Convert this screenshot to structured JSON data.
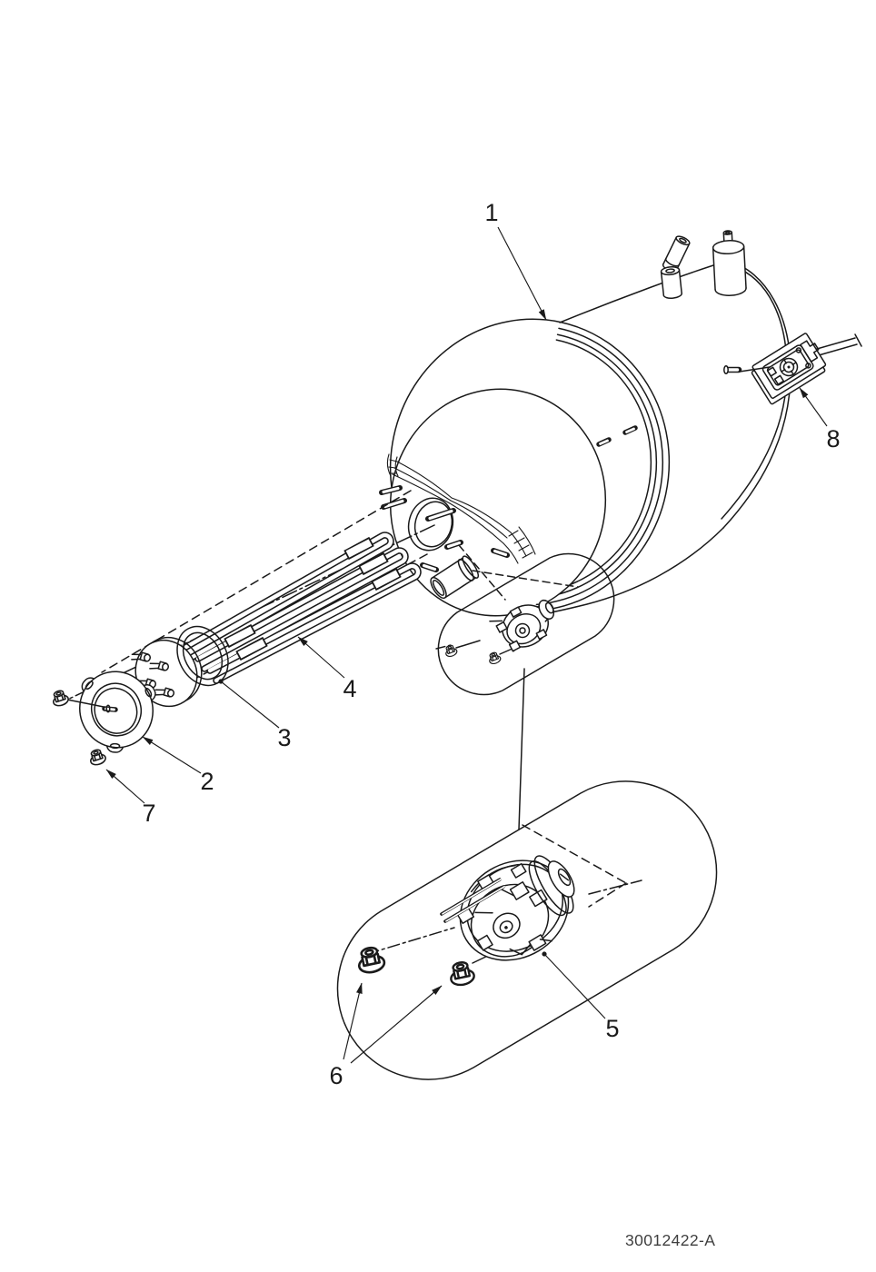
{
  "diagram": {
    "background_color": "#ffffff",
    "line_color": "#1a1a1a",
    "document_number": "30012422-A",
    "callouts": [
      {
        "label": "1",
        "target": "tank-shell"
      },
      {
        "label": "2",
        "target": "mounting-plate"
      },
      {
        "label": "3",
        "target": "gasket-ring"
      },
      {
        "label": "4",
        "target": "heating-element-tubes"
      },
      {
        "label": "5",
        "target": "element-bracket"
      },
      {
        "label": "6",
        "target": "flange-nuts"
      },
      {
        "label": "7",
        "target": "plate-nut"
      },
      {
        "label": "8",
        "target": "thermostat-switch"
      }
    ]
  }
}
